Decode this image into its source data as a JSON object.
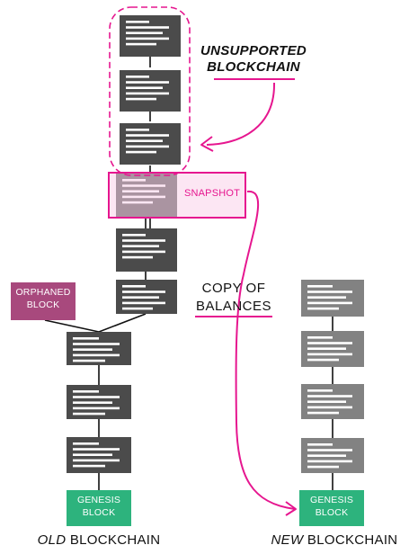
{
  "annotation": {
    "unsupported_line1": "UNSUPPORTED",
    "unsupported_line2": "BLOCKCHAIN",
    "snapshot": "SNAPSHOT",
    "copy_line1": "COPY OF",
    "copy_line2": "BALANCES"
  },
  "orphaned": {
    "line1": "ORPHANED",
    "line2": "BLOCK"
  },
  "old_chain": {
    "genesis_line1": "GENESIS",
    "genesis_line2": "BLOCK",
    "title_emph": "OLD",
    "title_rest": " BLOCKCHAIN"
  },
  "new_chain": {
    "genesis_line1": "GENESIS",
    "genesis_line2": "BLOCK",
    "title_emph": "NEW",
    "title_rest": " BLOCKCHAIN"
  },
  "colors": {
    "old_block": "#4b4b4b",
    "new_block": "#828282",
    "genesis": "#2db37d",
    "orphaned": "#a8497d",
    "accent": "#e6168f",
    "snapshot_fill": "#fad1ea"
  }
}
